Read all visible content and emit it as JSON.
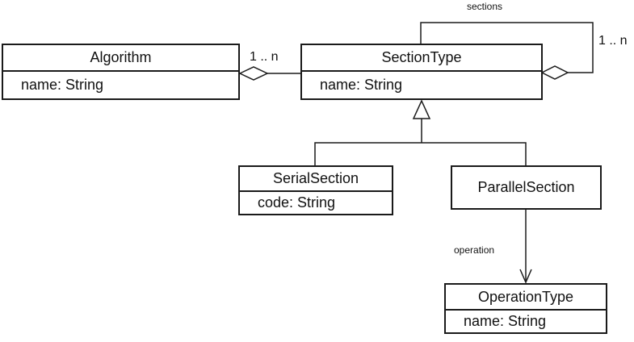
{
  "diagram": {
    "kind": "uml-class-diagram",
    "colors": {
      "background": "#ffffff",
      "stroke": "#1a1a1a",
      "text": "#111111"
    }
  },
  "classes": [
    {
      "id": "algorithm",
      "name": "Algorithm",
      "attributes": [
        "name: String"
      ]
    },
    {
      "id": "section-type",
      "name": "SectionType",
      "attributes": [
        "name: String"
      ]
    },
    {
      "id": "serial-section",
      "name": "SerialSection",
      "attributes": [
        "code: String"
      ]
    },
    {
      "id": "parallel-section",
      "name": "ParallelSection",
      "attributes": []
    },
    {
      "id": "operation-type",
      "name": "OperationType",
      "attributes": [
        "name: String"
      ]
    }
  ],
  "edge_labels": {
    "algorithm_aggregation_multiplicity": "1 .. n",
    "self_loop_role": "sections",
    "self_loop_multiplicity": "1 .. n",
    "operation_role": "operation"
  },
  "relationships": [
    {
      "type": "aggregation",
      "whole": "Algorithm",
      "part": "SectionType",
      "multiplicity": "1 .. n"
    },
    {
      "type": "aggregation",
      "whole": "SectionType",
      "part": "SectionType",
      "role": "sections",
      "multiplicity": "1 .. n"
    },
    {
      "type": "generalization",
      "parent": "SectionType",
      "children": [
        "SerialSection",
        "ParallelSection"
      ]
    },
    {
      "type": "association",
      "from": "ParallelSection",
      "to": "OperationType",
      "role": "operation"
    }
  ]
}
